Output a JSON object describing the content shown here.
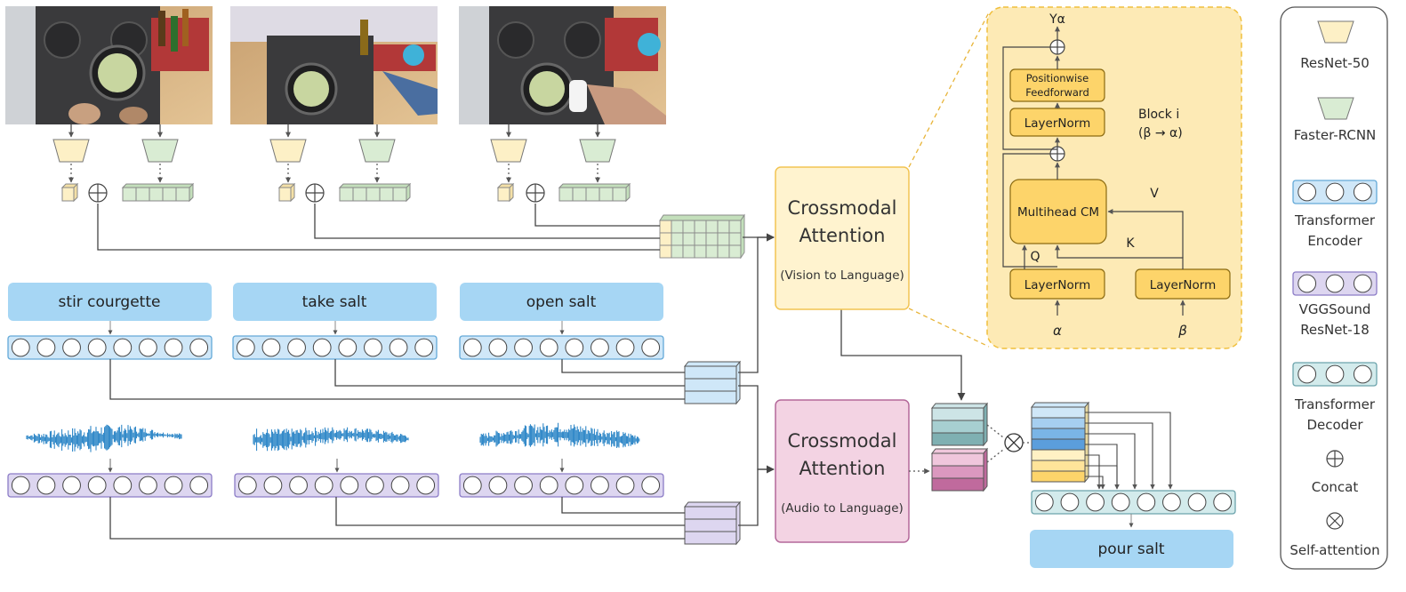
{
  "verbs": {
    "v1": "stir courgette",
    "v2": "take salt",
    "v3": "open salt",
    "out": "pour salt"
  },
  "attention_blocks": {
    "vision_title1": "Crossmodal",
    "vision_title2": "Attention",
    "vision_sub": "(Vision to Language)",
    "audio_title1": "Crossmodal",
    "audio_title2": "Attention",
    "audio_sub": "(Audio to Language)"
  },
  "block_detail": {
    "output": "Yα",
    "ff1": "Positionwise",
    "ff2": "Feedforward",
    "layernorm_top": "LayerNorm",
    "mhcm": "Multihead CM",
    "ln_q": "LayerNorm",
    "ln_kv": "LayerNorm",
    "q": "Q",
    "k": "K",
    "v": "V",
    "alpha": "α",
    "beta": "β",
    "block_label1": "Block i",
    "block_label2": "(β → α)"
  },
  "legend": {
    "resnet": "ResNet-50",
    "frcnn": "Faster-RCNN",
    "enc1": "Transformer",
    "enc2": "Encoder",
    "vgg1": "VGGSound",
    "vgg2": "ResNet-18",
    "dec1": "Transformer",
    "dec2": "Decoder",
    "concat": "Concat",
    "selfatt": "Self-attention"
  },
  "colors": {
    "resnet_fill": "#fdf0c6",
    "frcnn_fill": "#d9ecd3",
    "encoder_fill": "#cfe7f8",
    "encoder_stroke": "#63a9d8",
    "vgg_fill": "#ddd6f0",
    "vgg_stroke": "#8c7cc7",
    "decoder_fill": "#d3ebec",
    "decoder_stroke": "#6ca4ac",
    "verb_box": "#a6d6f4",
    "vision_block": "#fff3cf",
    "audio_block": "#f3d3e3",
    "detail_panel": "#fdeab5",
    "detail_box": "#fdd46a",
    "waveform": "#1e7ec3"
  }
}
